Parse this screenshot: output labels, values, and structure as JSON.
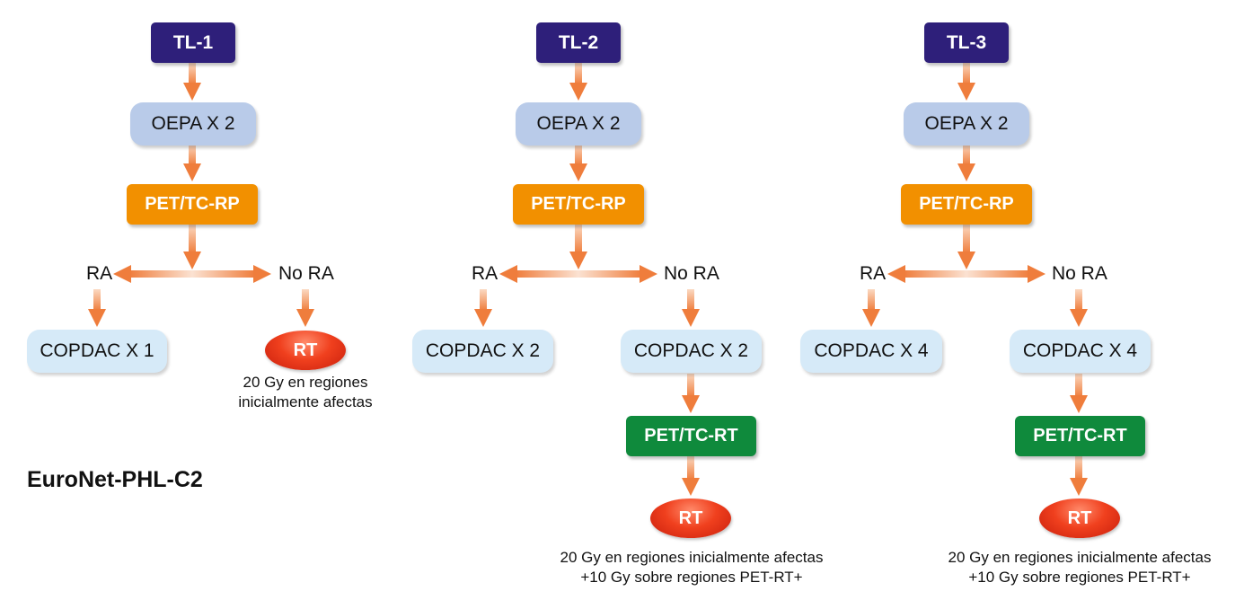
{
  "title": "EuroNet-PHL-C2",
  "columns": [
    {
      "tl": "TL-1",
      "oepa": "OEPA X 2",
      "pet_rp": "PET/TC-RP",
      "ra": "RA",
      "no_ra": "No RA",
      "ra_branch": "COPDAC X 1",
      "no_ra_rt": "RT",
      "no_ra_note": [
        "20 Gy en regiones",
        "inicialmente afectas"
      ]
    },
    {
      "tl": "TL-2",
      "oepa": "OEPA X 2",
      "pet_rp": "PET/TC-RP",
      "ra": "RA",
      "no_ra": "No RA",
      "ra_branch": "COPDAC X 2",
      "no_ra_copdac": "COPDAC X 2",
      "pet_rt": "PET/TC-RT",
      "no_ra_rt": "RT",
      "no_ra_note": [
        "20 Gy en regiones inicialmente afectas",
        "+10 Gy sobre regiones PET-RT+"
      ]
    },
    {
      "tl": "TL-3",
      "oepa": "OEPA X 2",
      "pet_rp": "PET/TC-RP",
      "ra": "RA",
      "no_ra": "No RA",
      "ra_branch": "COPDAC X 4",
      "no_ra_copdac": "COPDAC X 4",
      "pet_rt": "PET/TC-RT",
      "no_ra_rt": "RT",
      "no_ra_note": [
        "20 Gy en regiones inicialmente afectas",
        "+10 Gy sobre regiones PET-RT+"
      ]
    }
  ],
  "colors": {
    "tl": "#2e1f7a",
    "oepa": "#b9cbe9",
    "pet_rp": "#f29000",
    "pet_rt": "#0f8a3c",
    "copdac": "#d6eaf8",
    "rt": "#e8401e",
    "arrow": "#ef7d3c"
  }
}
